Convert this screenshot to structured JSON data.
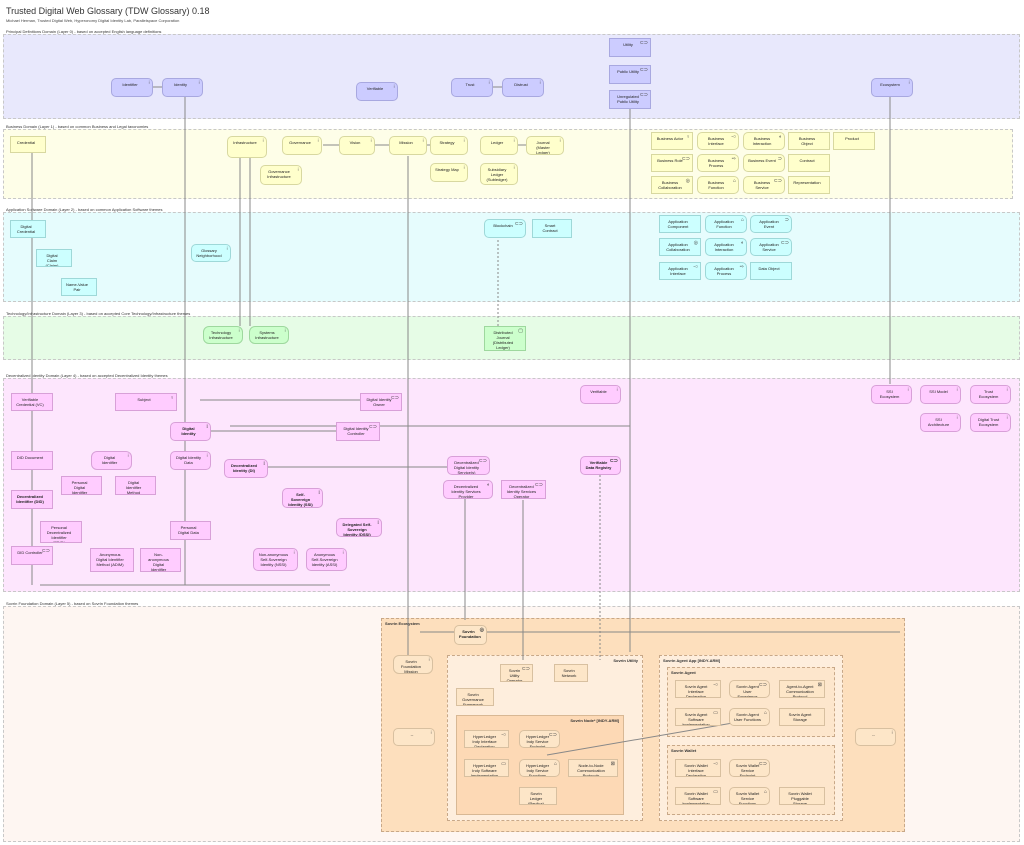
{
  "header": {
    "title": "Trusted Digital Web Glossary (TDW Glossary) 0.18",
    "subtitle": "Michael Herman, Trusted Digital Web, Hyperonomy Digital Identity Lab, Parallelspace Corporation"
  },
  "layers": {
    "l0": "Principal Definitions Domain (Layer 0) - based on accepted English language definitions",
    "l1": "Business Domain (Layer 1) - based on common Business and Legal taxonomies",
    "l2": "Application Software Domain (Layer 2) - based on common Application Software themes",
    "l3": "Technology/Infrastructure Domain (Layer 3) - based on accepted Core Technology/Infrastructure themes",
    "l4": "Decentralized Identity Domain (Layer 4) - based on accepted Decentralized Identity themes",
    "l5": "Sovrin Foundation Domain (Layer 5) - based on Sovrin Foundation themes"
  },
  "layer0": {
    "identifier": "Identifier",
    "identity": "Identity",
    "verifiable": "Verifiable",
    "trust": "Trust",
    "distrust": "Distrust",
    "utility": "Utility",
    "public_utility": "Public Utility",
    "unregulated_public_utility": "Unregulated Public Utility",
    "ecosystem": "Ecosystem"
  },
  "layer1": {
    "credential": "Credential",
    "infrastructure": "Infrastructure",
    "governance": "Governance",
    "governance_infrastructure": "Governance Infrastructure",
    "vision": "Vision",
    "mission": "Mission",
    "strategy": "Strategy",
    "strategy_map": "Strategy Map",
    "ledger": "Ledger",
    "journal": "Journal (Master Ledger)",
    "subsidiary_ledger": "Subsidiary Ledger (Subledger)",
    "legend": [
      "Business Actor",
      "Business Interface",
      "Business Interaction",
      "Business Object",
      "Product",
      "Business Role",
      "Business Process",
      "Business Event",
      "Contract",
      "Business Collaboration",
      "Business Function",
      "Business Service",
      "Representation"
    ]
  },
  "layer2": {
    "digital_credential": "Digital Credential",
    "digital_claim": "Digital Claim (Claim)",
    "name_value_pair": "Name-Value Pair",
    "glossary_neighborhood": "Glossary Neighborhood",
    "blockchain": "Blockchain",
    "smart_contract": "Smart Contract",
    "legend": [
      "Application Component",
      "Application Function",
      "Application Event",
      "Application Collaboration",
      "Application Interaction",
      "Application Service",
      "Application Interface",
      "Application Process",
      "Data Object"
    ]
  },
  "layer3": {
    "technology_infrastructure": "Technology Infrastructure",
    "systems_infrastructure": "Systems Infrastructure",
    "distributed_journal": "Distributed Journal (Distributed Ledger)"
  },
  "layer4": {
    "verifiable_credential": "Verifiable Credential (VC)",
    "subject": "Subject",
    "digital_identity": "Digital Identity",
    "digital_identity_owner": "Digital Identity Owner",
    "digital_identity_controller": "Digital Identity Controller",
    "did_document": "DID Document",
    "digital_identifier": "Digital Identifier",
    "digital_identity_data": "Digital Identity Data",
    "decentralized_identity": "Decentralized Identity (DI)",
    "personal_digital_identifier": "Personal Digital Identifier",
    "digital_identifier_method": "Digital Identifier Method",
    "decentralized_identifier": "Decentralized Identifier (DID)",
    "pdid": "Personal Decentralized Identifier (PDID)",
    "personal_digital_data": "Personal Digital Data",
    "ssi": "Self-Sovereign Identity (SSI)",
    "dssi": "Delegated Self-Sovereign Identity (DSSI)",
    "did_controller": "DID Controller",
    "adim": "Anonymous Digital Identifier Method (ADIM)",
    "ndim": "Non-anonymous Digital Identifier Method (NDIM)",
    "nssi": "Non-anonymous Self-Sovereign Identity (NSSI)",
    "assi": "Anonymous Self-Sovereign Identity (ASSI)",
    "ddis": "Decentralized Digital Identity Service(s)",
    "dis_provider": "Decentralized Identity Services Provider",
    "dis_operator": "Decentralized Identity Services Operator",
    "verifiable": "Verifiable",
    "vdr": "Verifiable Data Registry",
    "ssi_ecosystem": "SSI Ecosystem",
    "ssi_model": "SSI Model",
    "ssi_architecture": "SSI Architecture",
    "trust_ecosystem": "Trust Ecosystem",
    "digital_trust_ecosystem": "Digital Trust Ecosystem"
  },
  "layer5": {
    "sovrin_ecosystem": "Sovrin Ecosystem",
    "sovrin_foundation": "Sovrin Foundation",
    "sovrin_foundation_mission": "Sovrin Foundation Mission",
    "sovrin_utility": "Sovrin Utility",
    "sovrin_utility_operator": "Sovrin Utility Operator",
    "sovrin_network": "Sovrin Network",
    "sgf": "Sovrin Governance Framework (SGF)",
    "sovrin_node": "Sovrin Node* [INDY-ARM]",
    "hl_interface": "HyperLedger Indy Interface Declaration",
    "hl_endpoint": "HyperLedger Indy Service Endpoint",
    "hl_software": "HyperLedger Indy Software Implementation",
    "hl_functions": "HyperLedger Indy Service Functions",
    "n2n": "Node-to-Node Communication Protocols",
    "sovrin_ledger": "Sovrin Ledger (Replica)",
    "agent_app": "Sovrin Agent App [INDY-ARM]",
    "sovrin_agent": "Sovrin Agent",
    "sa_interface": "Sovrin Agent Interface Declaration",
    "sa_ux": "Sovrin Agent User Experience",
    "a2a": "Agent-to-Agent Communication Protocol",
    "sa_software": "Sovrin Agent Software Implementation",
    "sa_functions": "Sovrin Agent User Functions",
    "sa_storage": "Sovrin Agent Storage",
    "sovrin_wallet": "Sovrin Wallet",
    "sw_interface": "Sovrin Wallet Interface Declaration",
    "sw_endpoint": "Sovrin Wallet Service Endpoint",
    "sw_software": "Sovrin Wallet Software Implementation",
    "sw_functions": "Sovrin Wallet Service Functions",
    "sw_storage": "Sovrin Wallet Pluggable Storage",
    "placeholder_left": "--",
    "placeholder_right": "--"
  },
  "icons": {
    "motivation": "⁝",
    "service": "⊂⊃",
    "role": "⊂⊃",
    "interface": "-○",
    "interaction": "◐",
    "event": "⊃",
    "process": "⇨",
    "function": "⌂",
    "collaboration": "◎",
    "actor": "♀",
    "component": "▭",
    "node": "▢",
    "network": "⊠"
  },
  "colors": {
    "layer0": "#ccccff",
    "layer1": "#ffffcc",
    "layer2": "#ccffff",
    "layer3": "#ccffcc",
    "layer4": "#ffccff",
    "layer5": "#fde6c8",
    "wire": "#888888"
  }
}
